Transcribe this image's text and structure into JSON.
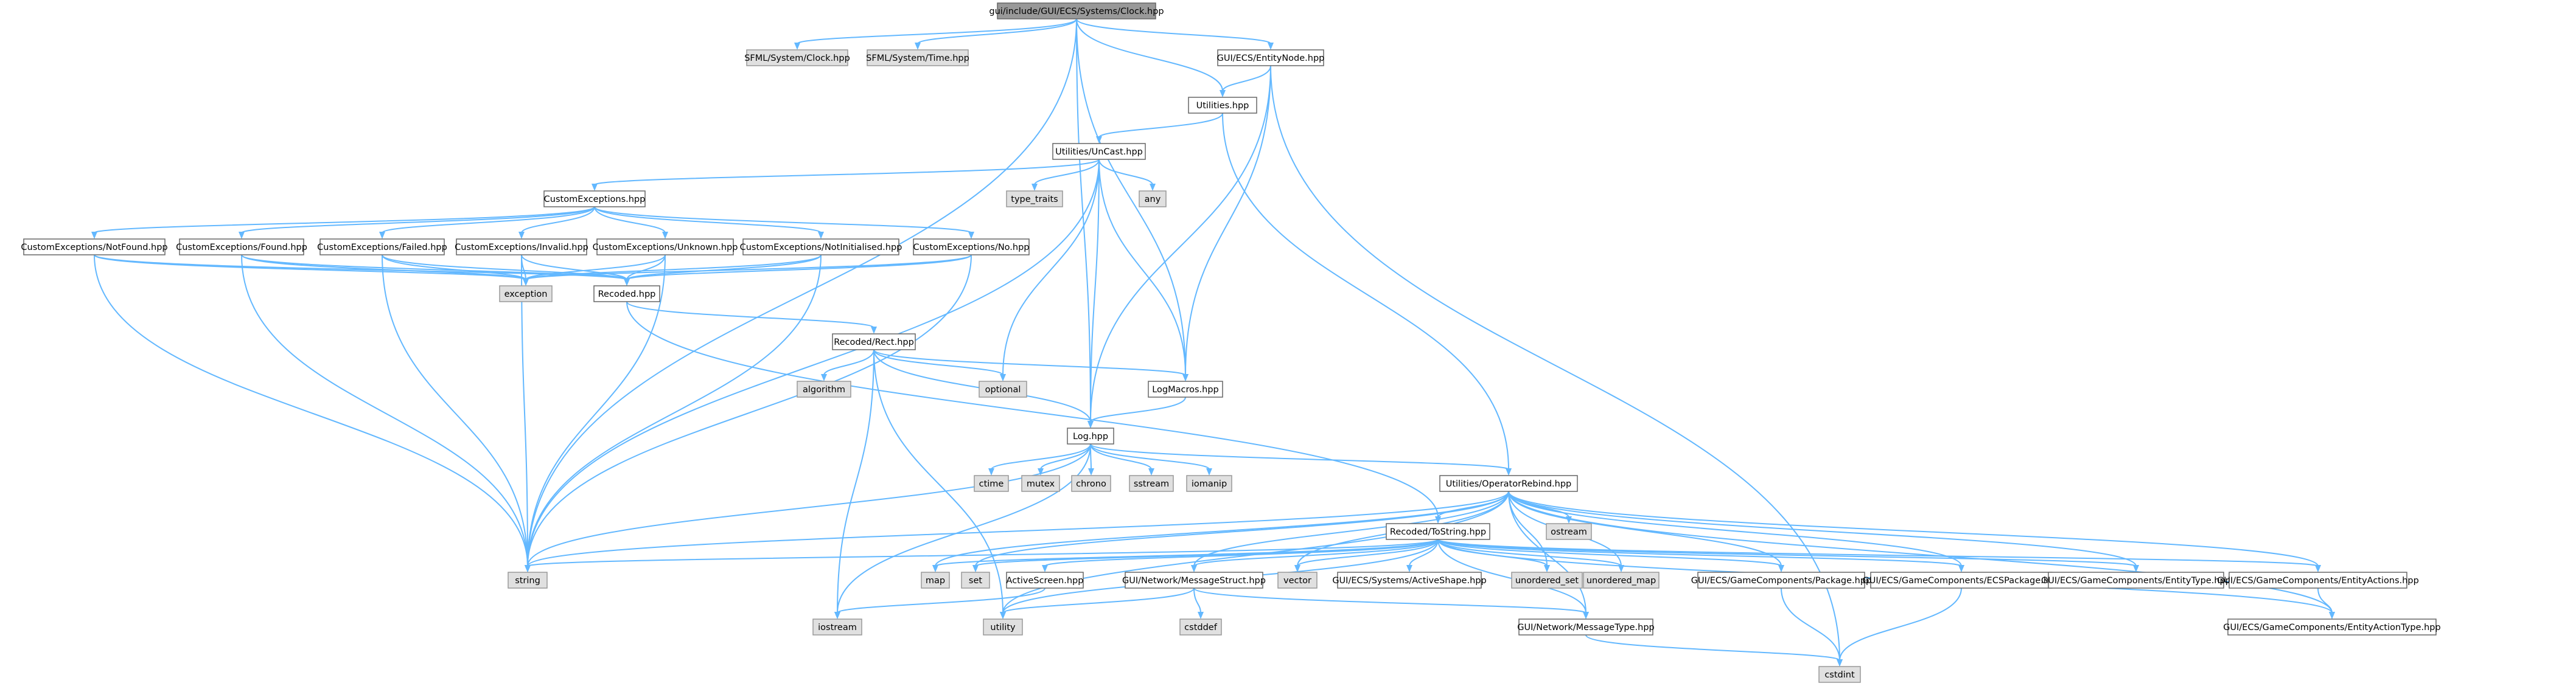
{
  "graph": {
    "kind": "include-dependency-graph",
    "colors": {
      "edge": "#63b8ff",
      "root_fill": "#999999",
      "project_fill": "#ffffff",
      "project_border": "#666666",
      "system_fill": "#e0e0e0",
      "system_border": "#999999"
    },
    "root": "gui/include/GUI/ECS/Systems/Clock.hpp",
    "nodes": [
      {
        "id": "clock",
        "label": "gui/include/GUI/ECS/Systems/Clock.hpp",
        "kind": "root"
      },
      {
        "id": "sfml_clock",
        "label": "SFML/System/Clock.hpp",
        "kind": "system"
      },
      {
        "id": "sfml_time",
        "label": "SFML/System/Time.hpp",
        "kind": "system"
      },
      {
        "id": "entitynode",
        "label": "GUI/ECS/EntityNode.hpp",
        "kind": "project"
      },
      {
        "id": "utilities",
        "label": "Utilities.hpp",
        "kind": "project"
      },
      {
        "id": "unicast",
        "label": "Utilities/UnCast.hpp",
        "kind": "project"
      },
      {
        "id": "type_traits",
        "label": "type_traits",
        "kind": "system"
      },
      {
        "id": "any",
        "label": "any",
        "kind": "system"
      },
      {
        "id": "customexceptions",
        "label": "CustomExceptions.hpp",
        "kind": "project"
      },
      {
        "id": "ce_notfound",
        "label": "CustomExceptions/NotFound.hpp",
        "kind": "project"
      },
      {
        "id": "ce_found",
        "label": "CustomExceptions/Found.hpp",
        "kind": "project"
      },
      {
        "id": "ce_failed",
        "label": "CustomExceptions/Failed.hpp",
        "kind": "project"
      },
      {
        "id": "ce_invalid",
        "label": "CustomExceptions/Invalid.hpp",
        "kind": "project"
      },
      {
        "id": "ce_unknown",
        "label": "CustomExceptions/Unknown.hpp",
        "kind": "project"
      },
      {
        "id": "ce_notinit",
        "label": "CustomExceptions/NotInitialised.hpp",
        "kind": "project"
      },
      {
        "id": "ce_no",
        "label": "CustomExceptions/No.hpp",
        "kind": "project"
      },
      {
        "id": "exception",
        "label": "exception",
        "kind": "system"
      },
      {
        "id": "recoded",
        "label": "Recoded.hpp",
        "kind": "project"
      },
      {
        "id": "rect",
        "label": "Recoded/Rect.hpp",
        "kind": "project"
      },
      {
        "id": "algorithm",
        "label": "algorithm",
        "kind": "system"
      },
      {
        "id": "optional",
        "label": "optional",
        "kind": "system"
      },
      {
        "id": "logmacros",
        "label": "LogMacros.hpp",
        "kind": "project"
      },
      {
        "id": "log",
        "label": "Log.hpp",
        "kind": "project"
      },
      {
        "id": "ctime",
        "label": "ctime",
        "kind": "system"
      },
      {
        "id": "mutex",
        "label": "mutex",
        "kind": "system"
      },
      {
        "id": "chrono",
        "label": "chrono",
        "kind": "system"
      },
      {
        "id": "sstream",
        "label": "sstream",
        "kind": "system"
      },
      {
        "id": "iomanip",
        "label": "iomanip",
        "kind": "system"
      },
      {
        "id": "oprebind",
        "label": "Utilities/OperatorRebind.hpp",
        "kind": "project"
      },
      {
        "id": "ostream",
        "label": "ostream",
        "kind": "system"
      },
      {
        "id": "tostring",
        "label": "Recoded/ToString.hpp",
        "kind": "project"
      },
      {
        "id": "string",
        "label": "string",
        "kind": "system"
      },
      {
        "id": "map",
        "label": "map",
        "kind": "system"
      },
      {
        "id": "set",
        "label": "set",
        "kind": "system"
      },
      {
        "id": "activescreen",
        "label": "ActiveScreen.hpp",
        "kind": "project"
      },
      {
        "id": "msgstruct",
        "label": "GUI/Network/MessageStruct.hpp",
        "kind": "project"
      },
      {
        "id": "vector",
        "label": "vector",
        "kind": "system"
      },
      {
        "id": "activeshape",
        "label": "GUI/ECS/Systems/ActiveShape.hpp",
        "kind": "project"
      },
      {
        "id": "unordered_set",
        "label": "unordered_set",
        "kind": "system"
      },
      {
        "id": "unordered_map",
        "label": "unordered_map",
        "kind": "system"
      },
      {
        "id": "gc_package",
        "label": "GUI/ECS/GameComponents/Package.hpp",
        "kind": "project"
      },
      {
        "id": "gc_ecspackage",
        "label": "GUI/ECS/GameComponents/ECSPackage.hpp",
        "kind": "project"
      },
      {
        "id": "gc_entitytype",
        "label": "GUI/ECS/GameComponents/EntityType.hpp",
        "kind": "project"
      },
      {
        "id": "gc_entityactions",
        "label": "GUI/ECS/GameComponents/EntityActions.hpp",
        "kind": "project"
      },
      {
        "id": "iostream",
        "label": "iostream",
        "kind": "system"
      },
      {
        "id": "utility",
        "label": "utility",
        "kind": "system"
      },
      {
        "id": "cstddef",
        "label": "cstddef",
        "kind": "system"
      },
      {
        "id": "msgtype",
        "label": "GUI/Network/MessageType.hpp",
        "kind": "project"
      },
      {
        "id": "gc_entityactiontype",
        "label": "GUI/ECS/GameComponents/EntityActionType.hpp",
        "kind": "project"
      },
      {
        "id": "cstdint",
        "label": "cstdint",
        "kind": "system"
      }
    ],
    "edges": [
      [
        "clock",
        "sfml_clock"
      ],
      [
        "clock",
        "sfml_time"
      ],
      [
        "clock",
        "entitynode"
      ],
      [
        "clock",
        "utilities"
      ],
      [
        "clock",
        "log"
      ],
      [
        "clock",
        "logmacros"
      ],
      [
        "clock",
        "string"
      ],
      [
        "entitynode",
        "utilities"
      ],
      [
        "entitynode",
        "log"
      ],
      [
        "entitynode",
        "logmacros"
      ],
      [
        "entitynode",
        "cstdint"
      ],
      [
        "utilities",
        "unicast"
      ],
      [
        "utilities",
        "oprebind"
      ],
      [
        "unicast",
        "customexceptions"
      ],
      [
        "unicast",
        "type_traits"
      ],
      [
        "unicast",
        "any"
      ],
      [
        "unicast",
        "optional"
      ],
      [
        "unicast",
        "log"
      ],
      [
        "unicast",
        "logmacros"
      ],
      [
        "unicast",
        "string"
      ],
      [
        "customexceptions",
        "ce_notfound"
      ],
      [
        "customexceptions",
        "ce_found"
      ],
      [
        "customexceptions",
        "ce_failed"
      ],
      [
        "customexceptions",
        "ce_invalid"
      ],
      [
        "customexceptions",
        "ce_unknown"
      ],
      [
        "customexceptions",
        "ce_notinit"
      ],
      [
        "customexceptions",
        "ce_no"
      ],
      [
        "ce_notfound",
        "exception"
      ],
      [
        "ce_notfound",
        "string"
      ],
      [
        "ce_notfound",
        "recoded"
      ],
      [
        "ce_found",
        "exception"
      ],
      [
        "ce_found",
        "string"
      ],
      [
        "ce_found",
        "recoded"
      ],
      [
        "ce_failed",
        "exception"
      ],
      [
        "ce_failed",
        "string"
      ],
      [
        "ce_failed",
        "recoded"
      ],
      [
        "ce_invalid",
        "exception"
      ],
      [
        "ce_invalid",
        "string"
      ],
      [
        "ce_invalid",
        "recoded"
      ],
      [
        "ce_unknown",
        "exception"
      ],
      [
        "ce_unknown",
        "string"
      ],
      [
        "ce_unknown",
        "recoded"
      ],
      [
        "ce_notinit",
        "exception"
      ],
      [
        "ce_notinit",
        "string"
      ],
      [
        "ce_notinit",
        "recoded"
      ],
      [
        "ce_no",
        "exception"
      ],
      [
        "ce_no",
        "string"
      ],
      [
        "ce_no",
        "recoded"
      ],
      [
        "recoded",
        "rect"
      ],
      [
        "recoded",
        "tostring"
      ],
      [
        "rect",
        "algorithm"
      ],
      [
        "rect",
        "optional"
      ],
      [
        "rect",
        "logmacros"
      ],
      [
        "rect",
        "log"
      ],
      [
        "rect",
        "iostream"
      ],
      [
        "rect",
        "utility"
      ],
      [
        "logmacros",
        "log"
      ],
      [
        "log",
        "ctime"
      ],
      [
        "log",
        "mutex"
      ],
      [
        "log",
        "chrono"
      ],
      [
        "log",
        "sstream"
      ],
      [
        "log",
        "iomanip"
      ],
      [
        "log",
        "oprebind"
      ],
      [
        "log",
        "string"
      ],
      [
        "log",
        "iostream"
      ],
      [
        "oprebind",
        "ostream"
      ],
      [
        "oprebind",
        "tostring"
      ],
      [
        "oprebind",
        "map"
      ],
      [
        "oprebind",
        "set"
      ],
      [
        "oprebind",
        "vector"
      ],
      [
        "oprebind",
        "unordered_set"
      ],
      [
        "oprebind",
        "unordered_map"
      ],
      [
        "oprebind",
        "utility"
      ],
      [
        "oprebind",
        "msgstruct"
      ],
      [
        "oprebind",
        "msgtype"
      ],
      [
        "oprebind",
        "gc_package"
      ],
      [
        "oprebind",
        "gc_ecspackage"
      ],
      [
        "oprebind",
        "gc_entitytype"
      ],
      [
        "oprebind",
        "gc_entityactions"
      ],
      [
        "oprebind",
        "gc_entityactiontype"
      ],
      [
        "oprebind",
        "string"
      ],
      [
        "tostring",
        "string"
      ],
      [
        "tostring",
        "map"
      ],
      [
        "tostring",
        "set"
      ],
      [
        "tostring",
        "activescreen"
      ],
      [
        "tostring",
        "msgstruct"
      ],
      [
        "tostring",
        "vector"
      ],
      [
        "tostring",
        "activeshape"
      ],
      [
        "tostring",
        "unordered_set"
      ],
      [
        "tostring",
        "unordered_map"
      ],
      [
        "tostring",
        "gc_package"
      ],
      [
        "tostring",
        "gc_ecspackage"
      ],
      [
        "tostring",
        "gc_entitytype"
      ],
      [
        "tostring",
        "gc_entityactions"
      ],
      [
        "tostring",
        "gc_entityactiontype"
      ],
      [
        "tostring",
        "msgtype"
      ],
      [
        "tostring",
        "utility"
      ],
      [
        "activescreen",
        "iostream"
      ],
      [
        "msgstruct",
        "cstddef"
      ],
      [
        "msgstruct",
        "utility"
      ],
      [
        "msgstruct",
        "msgtype"
      ],
      [
        "gc_package",
        "cstdint"
      ],
      [
        "gc_ecspackage",
        "cstdint"
      ],
      [
        "gc_entityactions",
        "gc_entityactiontype"
      ],
      [
        "msgtype",
        "cstdint"
      ]
    ]
  }
}
